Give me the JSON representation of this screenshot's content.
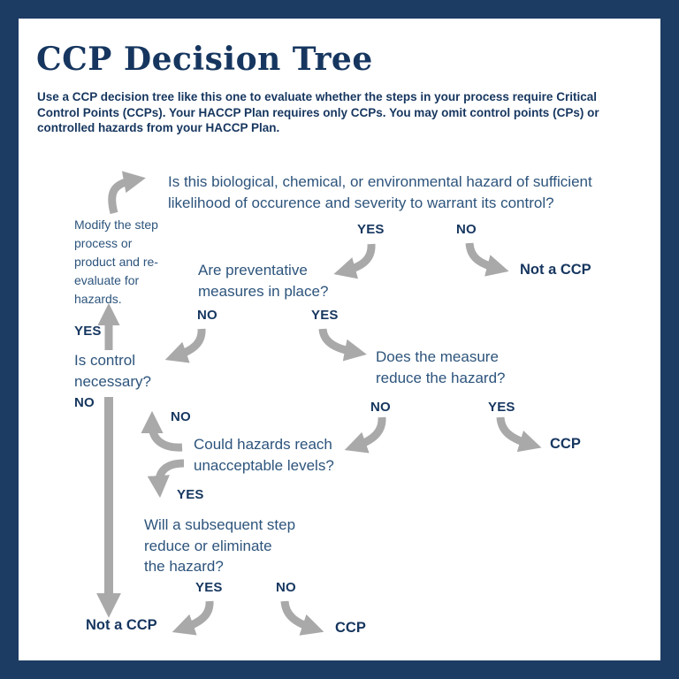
{
  "colors": {
    "frame_navy": "#1d3c63",
    "text_dark": "#16365f",
    "text_question": "#2d547c",
    "arrow_gray": "#a9a9a9"
  },
  "header": {
    "title": "CCP Decision Tree",
    "intro_lines": [
      "Use a CCP decision tree like this one to evaluate whether the steps in your process require Critical",
      "Control Points (CCPs). Your HACCP Plan requires only CCPs. You may omit control points (CPs) or",
      "controlled hazards from your HACCP Plan."
    ]
  },
  "flowchart": {
    "note": {
      "lines": [
        "Modify the step",
        "process or",
        "product and re-",
        "evaluate for",
        "hazards."
      ]
    },
    "questions": {
      "q1": {
        "lines": [
          "Is this biological, chemical, or environmental hazard of sufficient",
          "likelihood of occurence and severity to warrant its control?"
        ]
      },
      "q2": {
        "lines": [
          "Are preventative",
          "measures in place?"
        ]
      },
      "q3": {
        "lines": [
          "Does the measure",
          "reduce the hazard?"
        ]
      },
      "q4": {
        "lines": [
          "Is control",
          "necessary?"
        ]
      },
      "q5": {
        "lines": [
          "Could hazards reach",
          "unacceptable levels?"
        ]
      },
      "q6": {
        "lines": [
          "Will a subsequent step",
          "reduce or eliminate",
          "the hazard?"
        ]
      }
    },
    "labels": {
      "q1_yes": "YES",
      "q1_no": "NO",
      "q2_no": "NO",
      "q2_yes": "YES",
      "control_yes": "YES",
      "control_no": "NO",
      "hazards_no": "NO",
      "hazards_yes": "YES",
      "measure_no": "NO",
      "measure_yes": "YES",
      "subsequent_yes": "YES",
      "subsequent_no": "NO"
    },
    "results": {
      "not_a_ccp_top": "Not a CCP",
      "ccp_mid": "CCP",
      "not_a_ccp_bottom": "Not a CCP",
      "ccp_bottom": "CCP"
    }
  }
}
